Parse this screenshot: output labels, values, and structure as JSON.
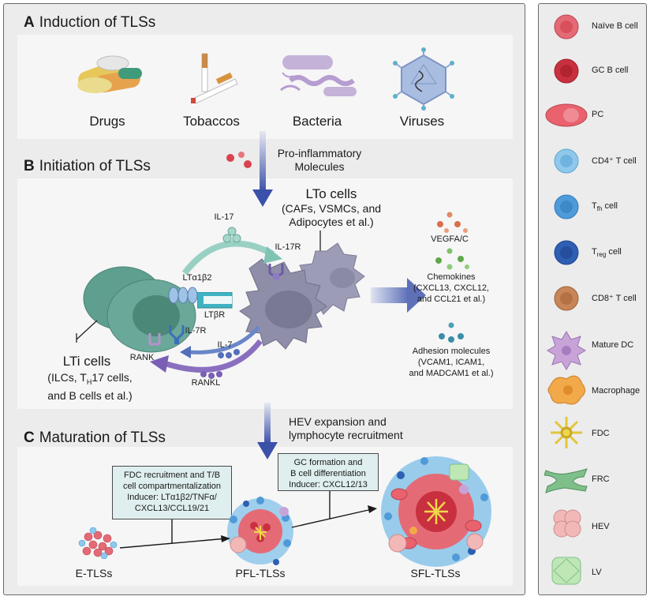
{
  "section_a": {
    "letter": "A",
    "title": "Induction of TLSs",
    "items": [
      "Drugs",
      "Tobaccos",
      "Bacteria",
      "Viruses"
    ]
  },
  "arrow_a_b_label": "Pro-inflammatory\nMolecules",
  "section_b": {
    "letter": "B",
    "title": "Initiation of TLSs",
    "lto_title": "LTo cells",
    "lto_sub": "(CAFs, VSMCs, and\nAdipocytes et al.)",
    "lti_title": "LTi cells",
    "lti_sub_pre": "(ILCs, T",
    "lti_sub_subscript": "H",
    "lti_sub_post": "17 cells,\nand B cells et al.)",
    "labels": {
      "il17": "IL-17",
      "il17r": "IL-17R",
      "lta1b2": "LTα1β2",
      "ltbr": "LTβR",
      "il7r": "IL-7R",
      "il7": "IL-7",
      "rank": "RANK",
      "rankl": "RANKL"
    },
    "outputs": {
      "vegfa": "VEGFA/C",
      "chemokines": "Chemokines\n(CXCL13, CXCL12,\nand CCL21 et al.)",
      "adhesion": "Adhesion molecules\n(VCAM1, ICAM1,\nand MADCAM1 et al.)"
    }
  },
  "arrow_b_c_label": "HEV expansion and\nlymphocyte recruitment",
  "section_c": {
    "letter": "C",
    "title": "Maturation of TLSs",
    "box1": "FDC recruitment  and T/B\ncell compartmentalization\nInducer: LTα1β2/TNFα/\nCXCL13/CCL19/21",
    "box2": "GC formation and\nB cell differentiation\nInducer: CXCL12/13",
    "stages": [
      "E-TLSs",
      "PFL-TLSs",
      "SFL-TLSs"
    ]
  },
  "legend": [
    {
      "id": "naive-b",
      "label": "Naïve B cell",
      "color": "#e46b76",
      "icon": "naive-b-cell-icon"
    },
    {
      "id": "gc-b",
      "label": "GC B cell",
      "color": "#c9303f",
      "icon": "gc-b-cell-icon"
    },
    {
      "id": "pc",
      "label": "PC",
      "color": "#e9626e",
      "icon": "plasma-cell-icon"
    },
    {
      "id": "cd4",
      "label": "CD4⁺ T cell",
      "color": "#8fc8ea",
      "icon": "cd4-t-cell-icon"
    },
    {
      "id": "tfh",
      "label_main": "T",
      "label_sub": "fh",
      "label_post": " cell",
      "color": "#4f9ad8",
      "icon": "tfh-cell-icon"
    },
    {
      "id": "treg",
      "label_main": "T",
      "label_sub": "reg",
      "label_post": " cell",
      "color": "#2e5fb3",
      "icon": "treg-cell-icon"
    },
    {
      "id": "cd8",
      "label": "CD8⁺ T cell",
      "color": "#c98557",
      "icon": "cd8-t-cell-icon"
    },
    {
      "id": "dc",
      "label": "Mature DC",
      "color": "#c8a3d8",
      "icon": "mature-dc-icon"
    },
    {
      "id": "mac",
      "label": "Macrophage",
      "color": "#f2a94a",
      "icon": "macrophage-icon"
    },
    {
      "id": "fdc",
      "label": "FDC",
      "color": "#f0d64a",
      "icon": "fdc-icon"
    },
    {
      "id": "frc",
      "label": "FRC",
      "color": "#7fbf8a",
      "icon": "frc-icon"
    },
    {
      "id": "hev",
      "label": "HEV",
      "color": "#f2b8b8",
      "icon": "hev-icon"
    },
    {
      "id": "lv",
      "label": "LV",
      "color": "#bfe7b6",
      "icon": "lv-icon"
    }
  ],
  "colors": {
    "arrow": "#4a5fb0",
    "teal": "#6aa89a",
    "lto": "#8f8ea8",
    "lti": "#5c9f8e"
  }
}
